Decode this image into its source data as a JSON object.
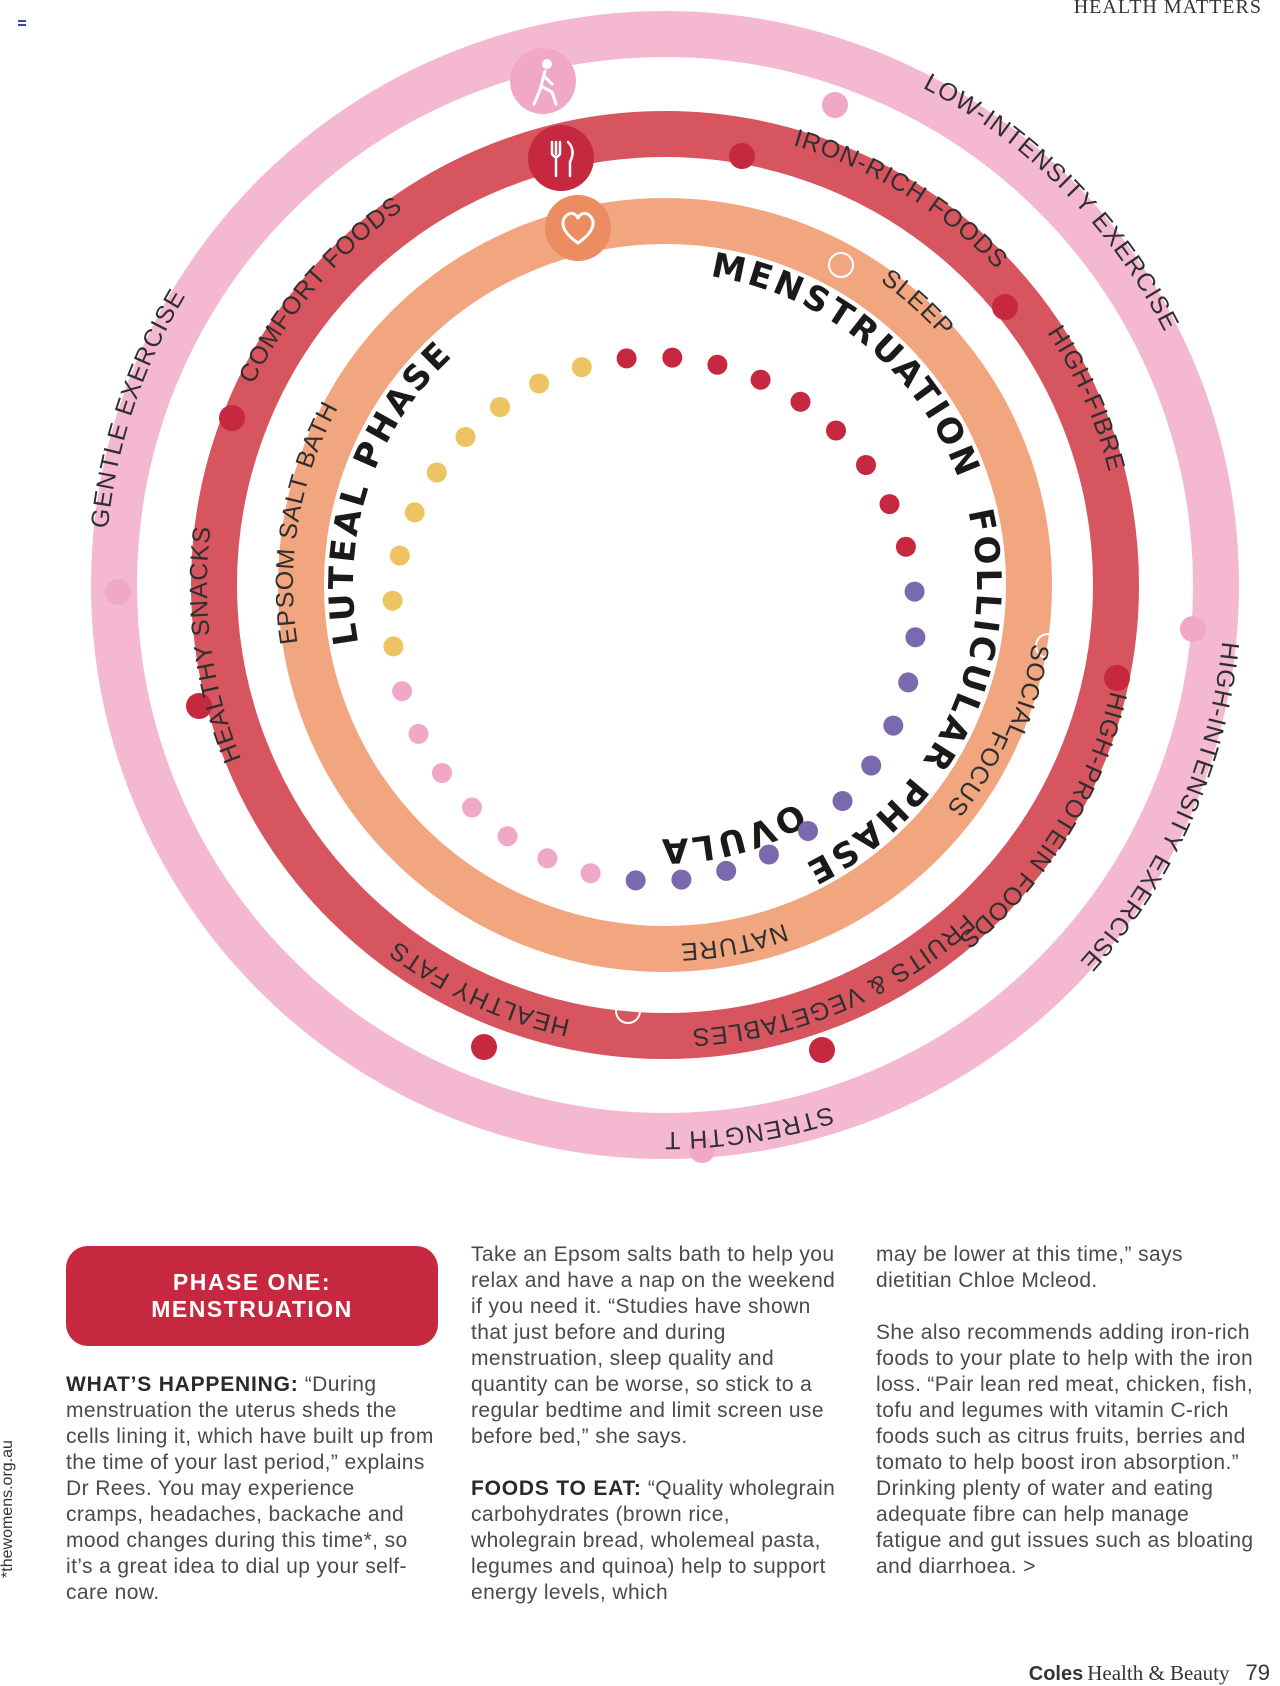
{
  "header": {
    "section_label": "HEALTH MATTERS"
  },
  "diagram": {
    "colors": {
      "outer_ring": "#f4b9d1",
      "middle_ring": "#d7555f",
      "inner_ring": "#f2a680",
      "menstruation_dots": "#c6283f",
      "follicular_dots": "#7a6aad",
      "ovulation_dots": "#f1a8c7",
      "luteal_dots": "#ecc462"
    },
    "ring_icons": {
      "outer": "walking-person-icon",
      "middle": "fork-knife-icon",
      "inner": "heart-icon"
    },
    "phases": {
      "menstruation": "MENSTRUATION",
      "follicular": "FOLLICULAR PHASE",
      "ovulation": "OVULATION",
      "luteal": "LUTEAL PHASE"
    },
    "exercise_labels": {
      "low_intensity": "LOW-INTENSITY EXERCISE",
      "high_intensity": "HIGH-INTENSITY EXERCISE",
      "strength": "STRENGTH TRAINING",
      "gentle": "GENTLE EXERCISE"
    },
    "food_labels": {
      "iron_rich": "IRON-RICH FOODS",
      "high_fibre": "HIGH-FIBRE",
      "high_protein": "HIGH-PROTEIN FOODS",
      "fruits_veg": "FRUITS & VEGETABLES",
      "healthy_fats": "HEALTHY FATS",
      "healthy_snacks": "HEALTHY SNACKS",
      "comfort": "COMFORT FOODS"
    },
    "selfcare_labels": {
      "sleep": "SLEEP",
      "social": "SOCIAL",
      "focus": "FOCUS",
      "nature": "NATURE",
      "epsom": "EPSOM SALT BATH"
    }
  },
  "side_credit": "*thewomens.org.au",
  "badge": {
    "line1": "PHASE ONE:",
    "line2": "MENSTRUATION"
  },
  "article": {
    "col1": {
      "lead": "WHAT’S HAPPENING:",
      "body": " “During menstruation the uterus sheds the cells lining it, which have built up from the time of your last period,” explains Dr Rees. You may experience cramps, headaches, backache and mood changes during this time*, so it’s a great idea to dial up your self-care now."
    },
    "col2": {
      "p1": "Take an Epsom salts bath to help you relax and have a nap on the weekend if you need it. “Studies have shown that just before and during menstruation, sleep quality and quantity can be worse, so stick to a regular bedtime and limit screen use before bed,” she says.",
      "lead": "FOODS TO EAT:",
      "body": " “Quality wholegrain carbohydrates (brown rice, wholegrain bread, wholemeal pasta, legumes and quinoa) help to support energy levels, which"
    },
    "col3": {
      "p1": "may be lower at this time,” says dietitian Chloe Mcleod.",
      "p2": "She also recommends adding iron-rich foods to your plate to help with the iron loss. “Pair lean red meat, chicken, fish, tofu and legumes with vitamin C-rich foods such as citrus fruits, berries and tomato to help boost iron absorption.” Drinking plenty of water and eating adequate fibre can help manage fatigue and gut issues such as bloating and diarrhoea. >"
    }
  },
  "footer": {
    "brand": "Coles",
    "magazine": "Health & Beauty",
    "page": "79"
  }
}
